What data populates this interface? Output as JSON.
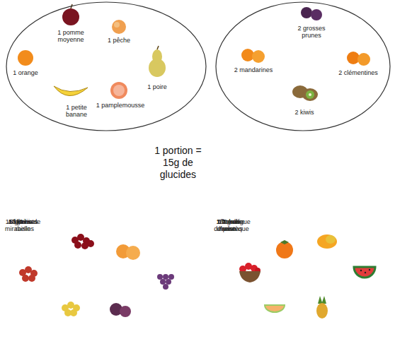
{
  "diagram": {
    "nodes": [
      {
        "text": [
          "1 pomme moyenne",
          "1 pêche",
          "1 orange",
          "1 poire",
          "1 petite banane",
          "1 pamplemousse"
        ]
      },
      {
        "text": [
          "2 grosses prunes",
          "2 mandarines",
          "2 clémentines",
          "2 kiwis"
        ]
      },
      {
        "text": [
          "1 portion = 15g de glucides"
        ]
      },
      {
        "text": [
          "18 cerises",
          "5 abricots",
          "10 litchis",
          "15 grains de raisin",
          "10 mirabelles",
          "4 figues"
        ]
      },
      {
        "text": [
          "1/2 kaki",
          "1/2 mangue",
          "1 bol de fraise",
          "1 tranche de pastèque",
          "1/2 gros melon",
          "1 tranche d'ananas"
        ]
      }
    ],
    "edges": [
      {
        "from": 2,
        "to": 0,
        "arrow": "to"
      },
      {
        "from": 2,
        "to": 1,
        "arrow": "to"
      },
      {
        "from": 2,
        "to": 3,
        "arrow": "to"
      },
      {
        "from": 2,
        "to": 4,
        "arrow": "to"
      }
    ]
  }
}
